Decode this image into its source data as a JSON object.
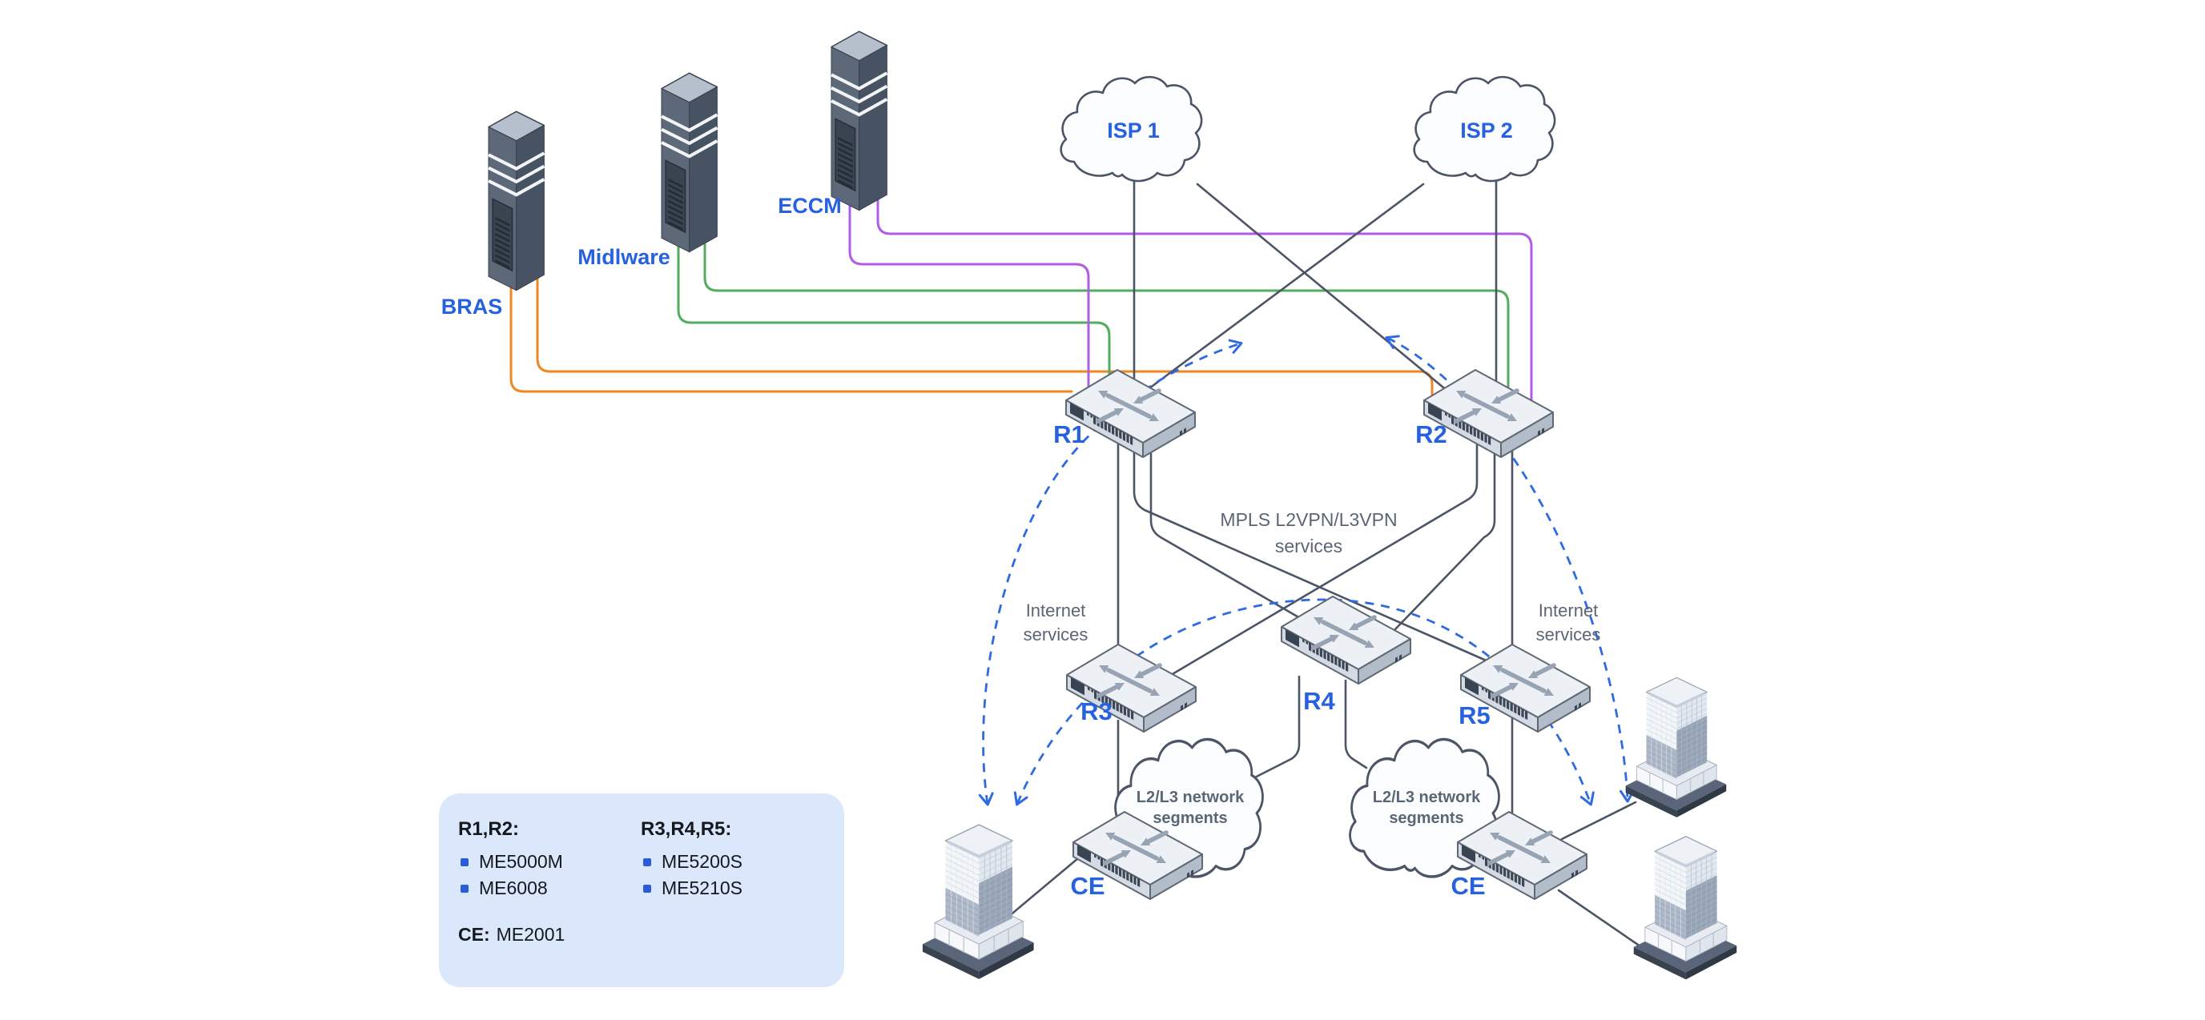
{
  "servers": {
    "bras": {
      "label": "BRAS"
    },
    "midlware": {
      "label": "Midlware"
    },
    "eccm": {
      "label": "ECCM"
    }
  },
  "isp_clouds": {
    "isp1": {
      "label": "ISP 1"
    },
    "isp2": {
      "label": "ISP 2"
    }
  },
  "routers": {
    "r1": "R1",
    "r2": "R2",
    "r3": "R3",
    "r4": "R4",
    "r5": "R5",
    "ce": "CE"
  },
  "annotations": {
    "mpls_line1": "MPLS L2VPN/L3VPN",
    "mpls_line2": "services",
    "internet_line1": "Internet",
    "internet_line2": "services",
    "segments_line1": "L2/L3 network",
    "segments_line2": "segments"
  },
  "legend": {
    "col1_title": "R1,R2:",
    "col1_items": [
      "ME5000M",
      "ME6008"
    ],
    "col2_title": "R3,R4,R5:",
    "col2_items": [
      "ME5200S",
      "ME5210S"
    ],
    "ce_label": "CE:",
    "ce_value": "ME2001"
  },
  "colors": {
    "accent_blue": "#2661e0",
    "dark_line": "#4b5565",
    "orange_link": "#ee8722",
    "green_link": "#52ad5e",
    "purple_link": "#b05de4",
    "dashed_blue": "#2e6ae0",
    "gray_text": "#5b6675",
    "legend_bg": "#dbe7fa",
    "legend_bullet": "#2a5cd7"
  }
}
